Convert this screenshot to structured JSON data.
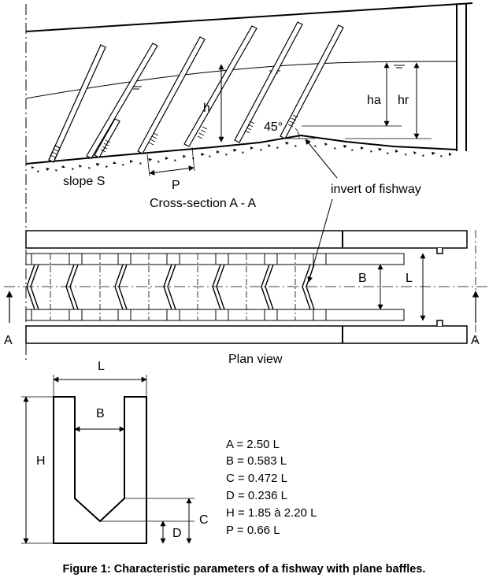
{
  "cross_section": {
    "title": "Cross-section A - A",
    "labels": {
      "h": "h",
      "ha": "ha",
      "hr": "hr",
      "angle": "45°",
      "slope": "slope S",
      "pitch": "P",
      "invert": "invert of fishway"
    }
  },
  "plan_view": {
    "title": "Plan view",
    "section_marker": "A",
    "labels": {
      "B": "B",
      "L": "L"
    }
  },
  "baffle": {
    "labels": {
      "L": "L",
      "B": "B",
      "H": "H",
      "C": "C",
      "D": "D"
    }
  },
  "parameters": [
    "A = 2.50 L",
    "B = 0.583 L",
    "C = 0.472 L",
    "D = 0.236 L",
    "H = 1.85 à 2.20 L",
    "P = 0.66 L"
  ],
  "caption": "Figure 1: Characteristic parameters of a fishway with plane baffles."
}
